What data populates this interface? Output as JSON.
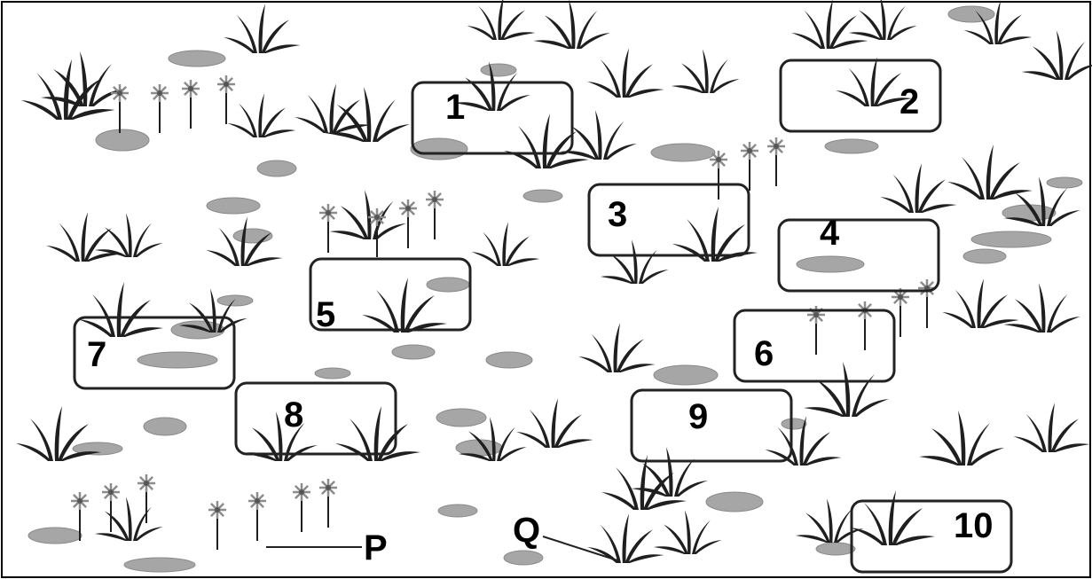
{
  "quadrats": [
    {
      "label": "1"
    },
    {
      "label": "2"
    },
    {
      "label": "3"
    },
    {
      "label": "4"
    },
    {
      "label": "5"
    },
    {
      "label": "6"
    },
    {
      "label": "7"
    },
    {
      "label": "8"
    },
    {
      "label": "9"
    },
    {
      "label": "10"
    }
  ],
  "pointers": {
    "p": "P",
    "q": "Q"
  },
  "colors": {
    "grass": "#1f1f1f",
    "stone": "#a6a6a6",
    "flower": "#8c8c8c",
    "frame": "#222222"
  }
}
